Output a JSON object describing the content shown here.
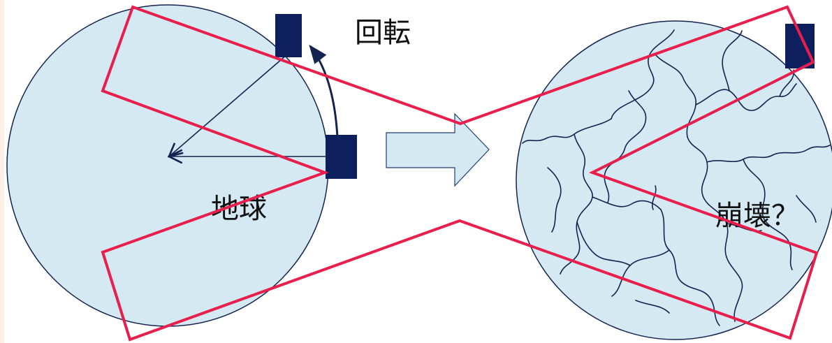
{
  "labels": {
    "rotation": "回転",
    "earth": "地球",
    "collapse": "崩壊？"
  },
  "icons": {
    "transition_arrow": "right-block-arrow"
  },
  "colors": {
    "background": "#ffffff",
    "left_edge_tint": "#fdf0e6",
    "globe_fill": "#d5e9f3",
    "globe_stroke": "#14234f",
    "block_fill": "#0d1f5c",
    "vector_stroke": "#14234f",
    "crack_stroke": "#14234f",
    "cross_stroke": "#e81e4c",
    "arrow_fill": "#d5e9f3",
    "arrow_stroke": "#1d3f77",
    "text": "#111111"
  }
}
